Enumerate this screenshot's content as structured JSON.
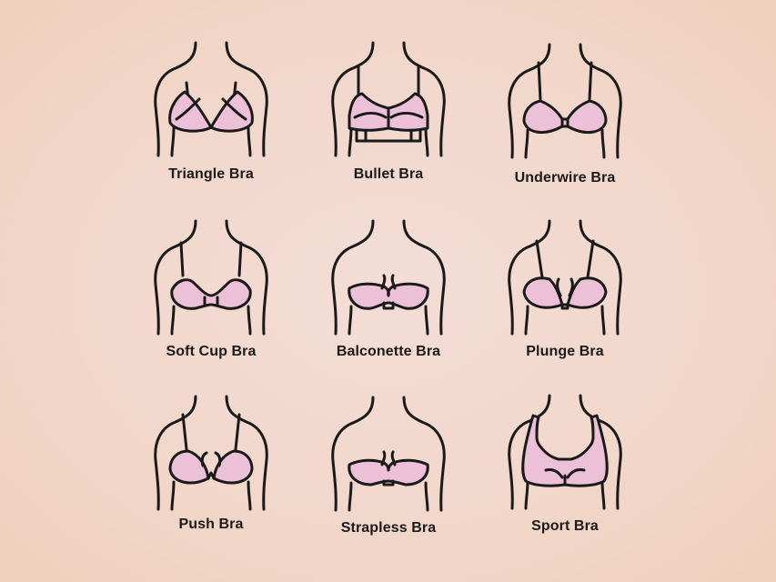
{
  "colors": {
    "background": "#f2d8cc",
    "fill": "#ecc1d7",
    "stroke": "#1a1a1a",
    "text": "#1a1a1a"
  },
  "items": [
    {
      "label": "Triangle Bra",
      "style": "triangle"
    },
    {
      "label": "Bullet Bra",
      "style": "bullet"
    },
    {
      "label": "Underwire Bra",
      "style": "underwire"
    },
    {
      "label": "Soft Cup Bra",
      "style": "softcup"
    },
    {
      "label": "Balconette Bra",
      "style": "balconette"
    },
    {
      "label": "Plunge Bra",
      "style": "plunge"
    },
    {
      "label": "Push Bra",
      "style": "push"
    },
    {
      "label": "Strapless Bra",
      "style": "strapless"
    },
    {
      "label": "Sport Bra",
      "style": "sport"
    }
  ]
}
